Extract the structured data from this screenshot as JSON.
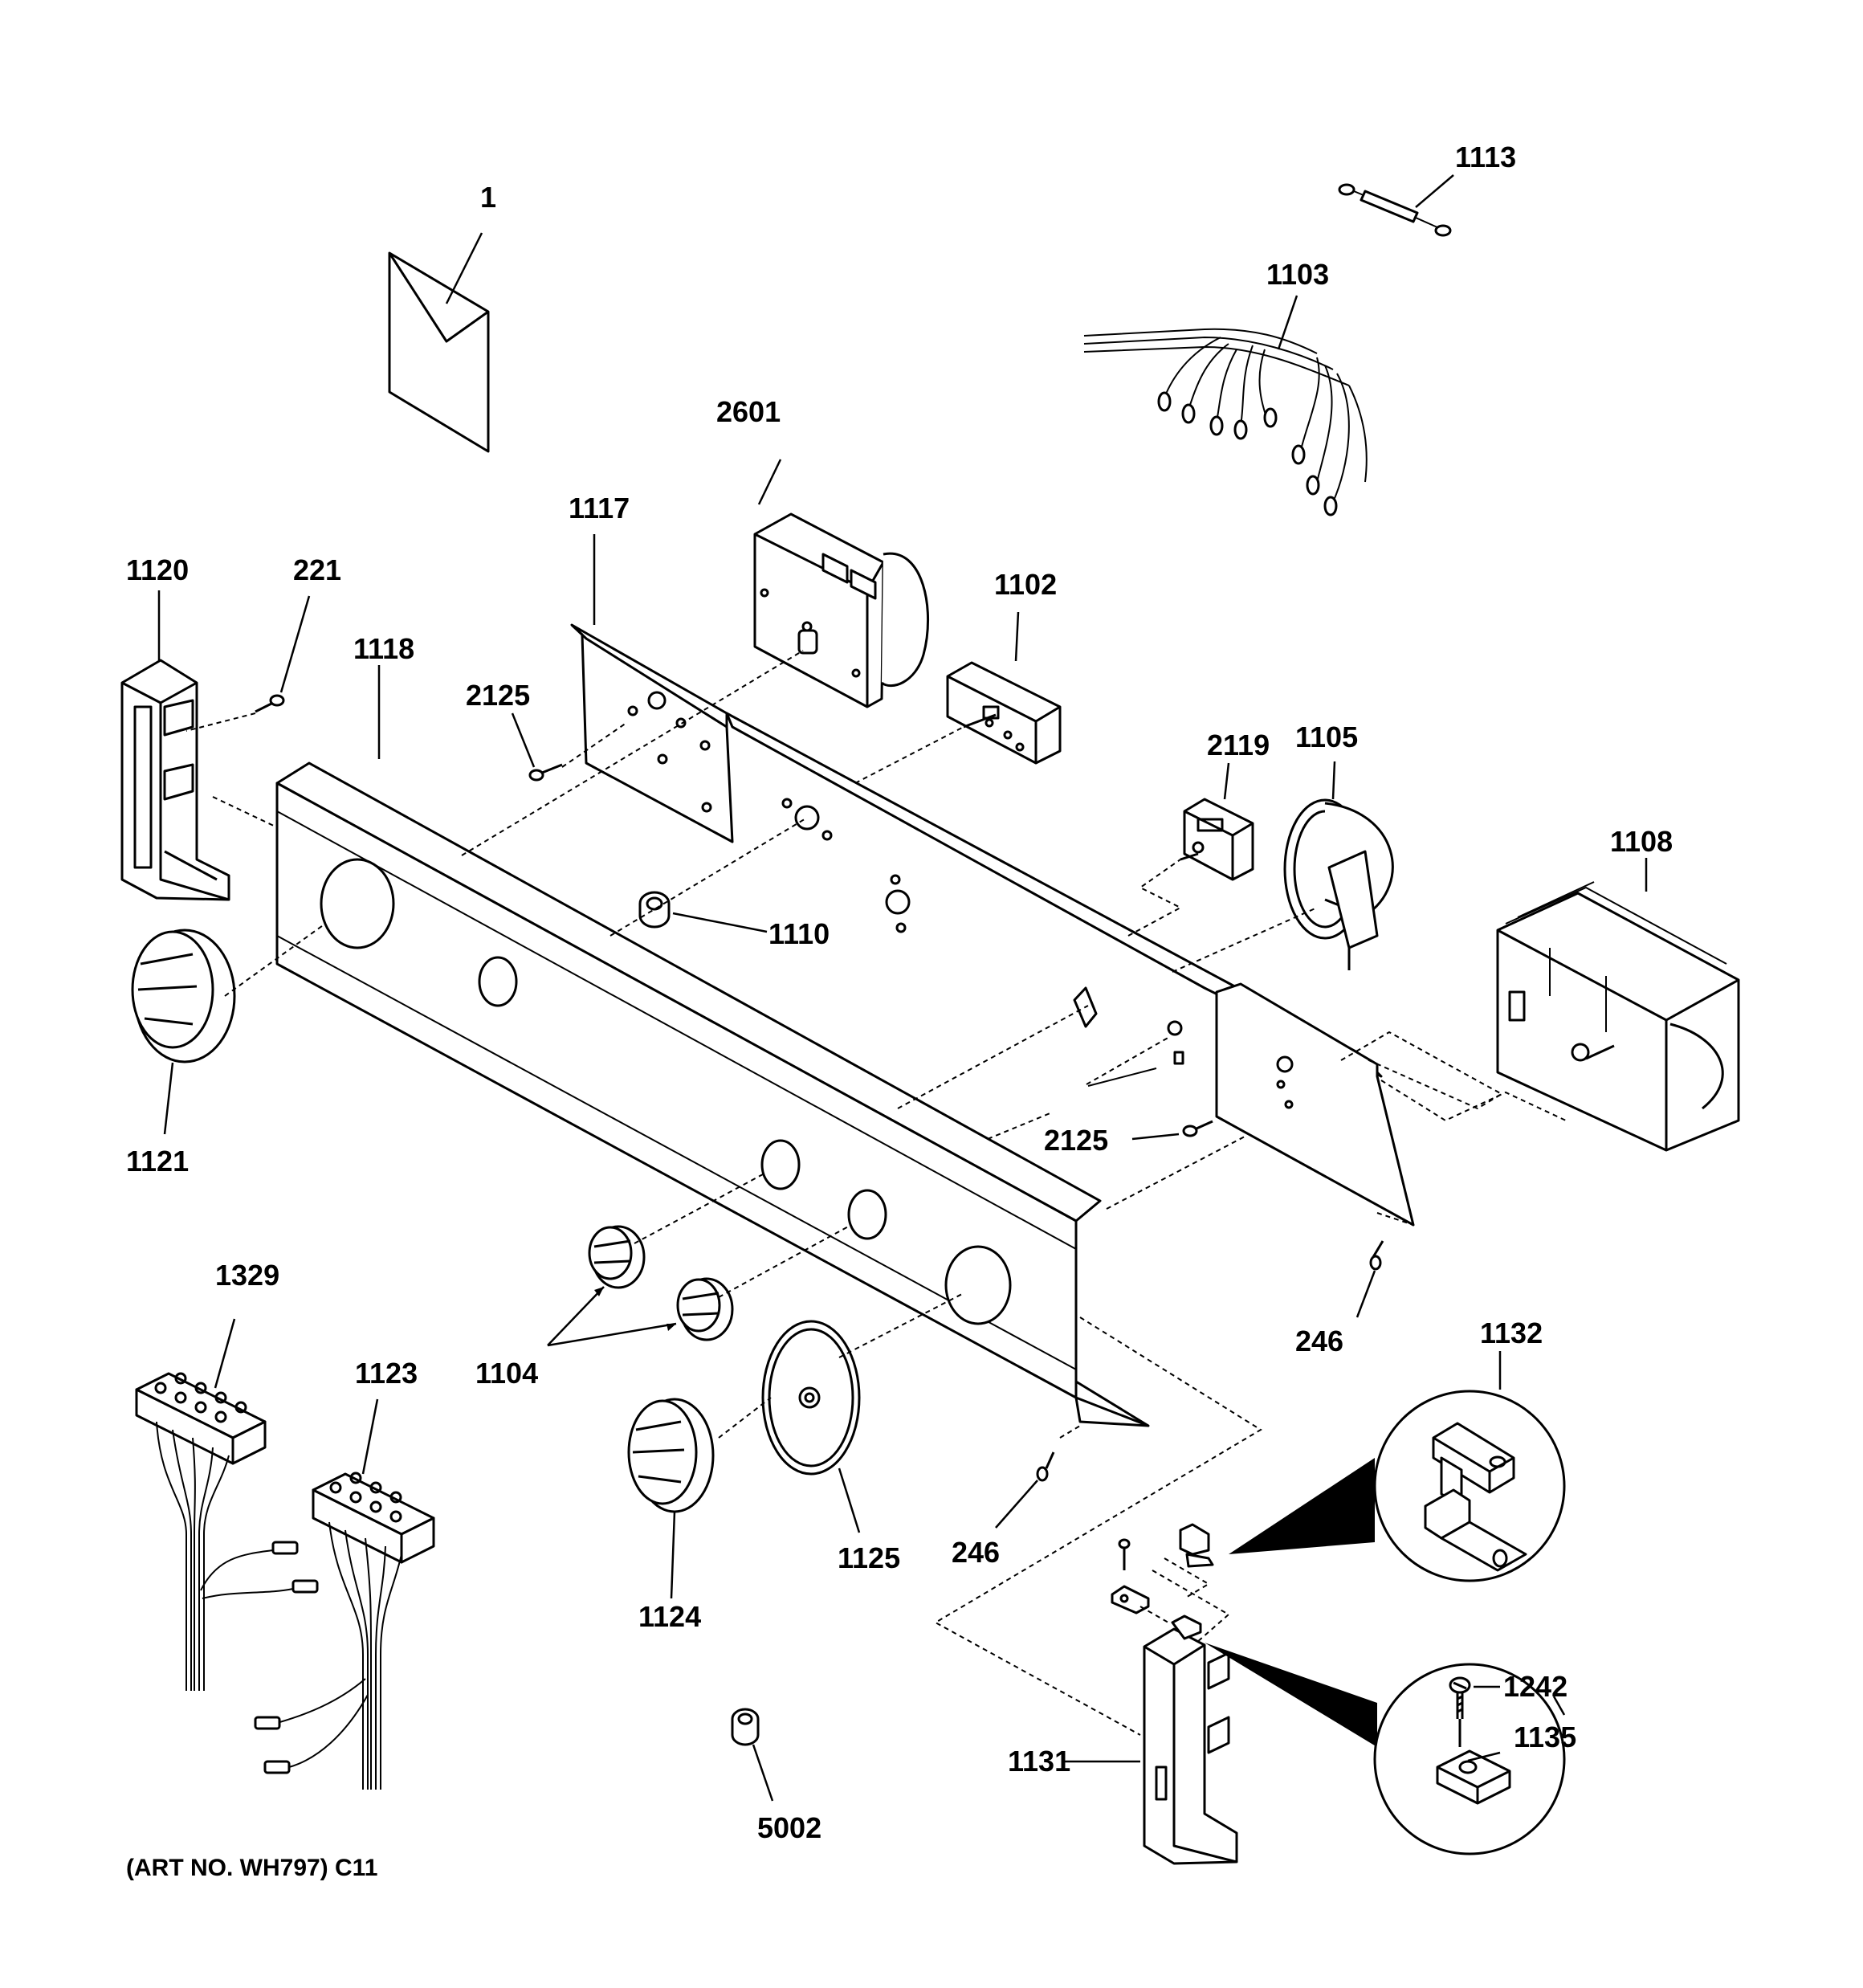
{
  "parts": {
    "p1": "1",
    "p1113": "1113",
    "p1103": "1103",
    "p2601": "2601",
    "p1117": "1117",
    "p1120": "1120",
    "p221": "221",
    "p1102": "1102",
    "p1118": "1118",
    "p2125a": "2125",
    "p2119": "2119",
    "p1105": "1105",
    "p1108": "1108",
    "p1110": "1110",
    "p1121": "1121",
    "p2125b": "2125",
    "p246a": "246",
    "p1329": "1329",
    "p1132": "1132",
    "p1123": "1123",
    "p1104": "1104",
    "p1125": "1125",
    "p246b": "246",
    "p1124": "1124",
    "p1242": "1242",
    "p1135": "1135",
    "p1131": "1131",
    "p5002": "5002"
  },
  "caption": "(ART NO. WH797) C11"
}
